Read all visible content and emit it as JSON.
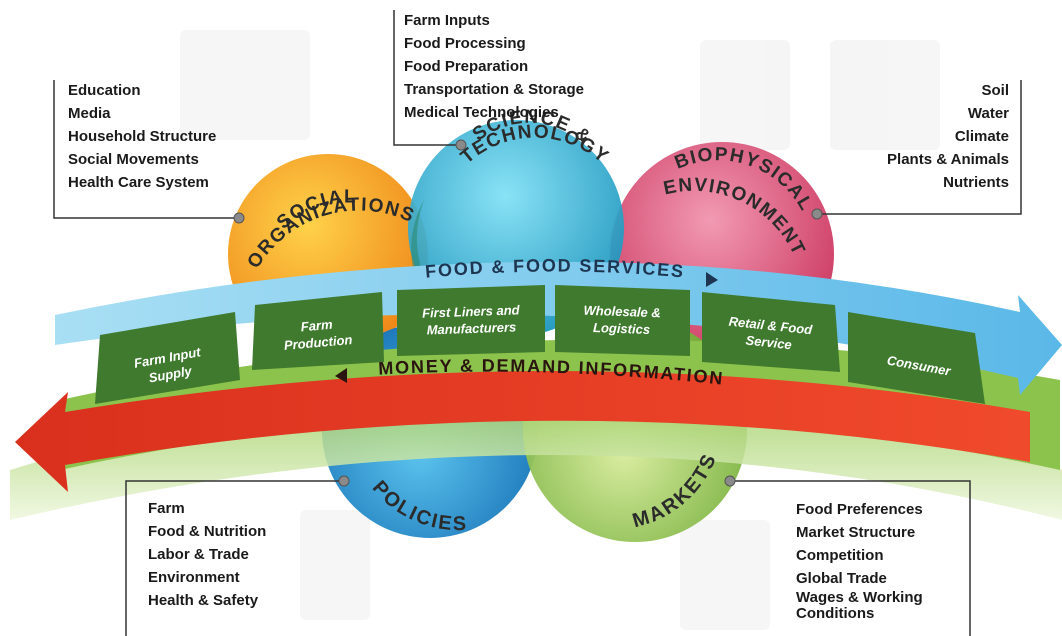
{
  "colors": {
    "social": "#f39a1e",
    "science": "#2aa3c8",
    "biophysical": "#d8456a",
    "policies": "#1d84c6",
    "markets": "#7cba3d",
    "food_band": "#8fd1ee",
    "money_band": "#e63a25",
    "stage": "#3f7a2e",
    "ground": "#9bcc5a"
  },
  "circles": {
    "social": "SOCIAL ORGANIZATIONS",
    "social_lines": [
      "SOCIAL",
      "ORGANIZATIONS"
    ],
    "science_lines": [
      "SCIENCE &",
      "TECHNOLOGY"
    ],
    "biophysical_lines": [
      "BIOPHYSICAL",
      "ENVIRONMENT"
    ],
    "policies": "POLICIES",
    "markets": "MARKETS"
  },
  "bands": {
    "food": "FOOD & FOOD SERVICES",
    "money": "MONEY & DEMAND INFORMATION"
  },
  "stages": [
    [
      "Farm Input",
      "Supply"
    ],
    [
      "Farm",
      "Production"
    ],
    [
      "First Liners and",
      "Manufacturers"
    ],
    [
      "Wholesale &",
      "Logistics"
    ],
    [
      "Retail & Food",
      "Service"
    ],
    [
      "Consumer"
    ]
  ],
  "lists": {
    "social": [
      "Education",
      "Media",
      "Household Structure",
      "Social Movements",
      "Health Care System"
    ],
    "science": [
      "Farm Inputs",
      "Food Processing",
      "Food Preparation",
      "Transportation & Storage",
      "Medical Technologies"
    ],
    "biophysical": [
      "Soil",
      "Water",
      "Climate",
      "Plants & Animals",
      "Nutrients"
    ],
    "policies": [
      "Farm",
      "Food & Nutrition",
      "Labor & Trade",
      "Environment",
      "Health & Safety"
    ],
    "markets": [
      "Food Preferences",
      "Market Structure",
      "Competition",
      "Global Trade",
      "Wages & Working Conditions"
    ]
  }
}
